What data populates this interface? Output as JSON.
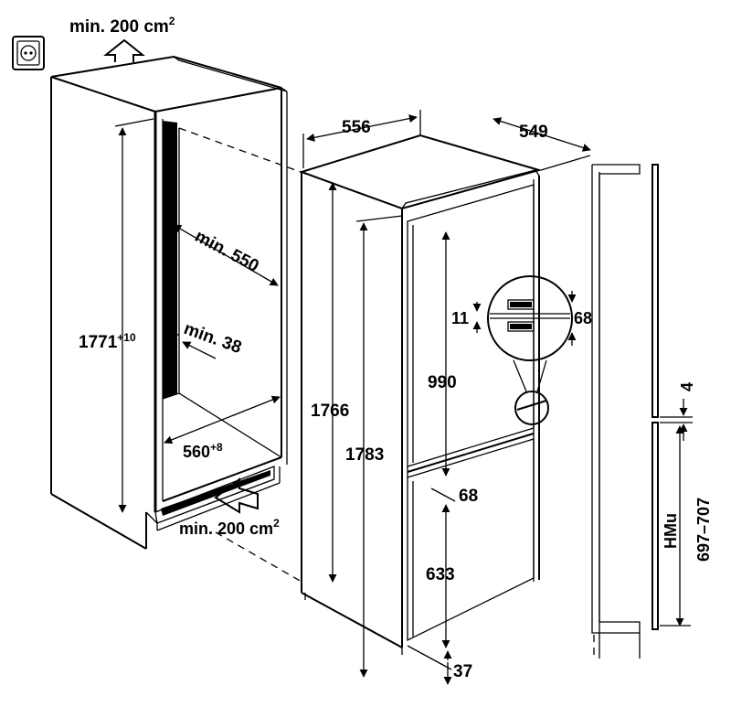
{
  "vent_top": {
    "text": "min. 200 cm",
    "sup": "2"
  },
  "vent_bottom": {
    "text": "min. 200 cm",
    "sup": "2"
  },
  "niche": {
    "height": "1771",
    "height_tol": "+10",
    "depth": "min. 550",
    "gap": "min. 38",
    "width": "560",
    "width_tol": "+8"
  },
  "appliance": {
    "width": "556",
    "depth": "549",
    "height_body": "1766",
    "height_total": "1783",
    "fridge_door": "990",
    "door_gap": "68",
    "freezer_door": "633",
    "bottom_offset": "37",
    "hinge_detail_a": "11",
    "hinge_detail_b": "68"
  },
  "side_view": {
    "gap": "4",
    "hmu_label": "HMu",
    "hmu_range": "697–707"
  }
}
